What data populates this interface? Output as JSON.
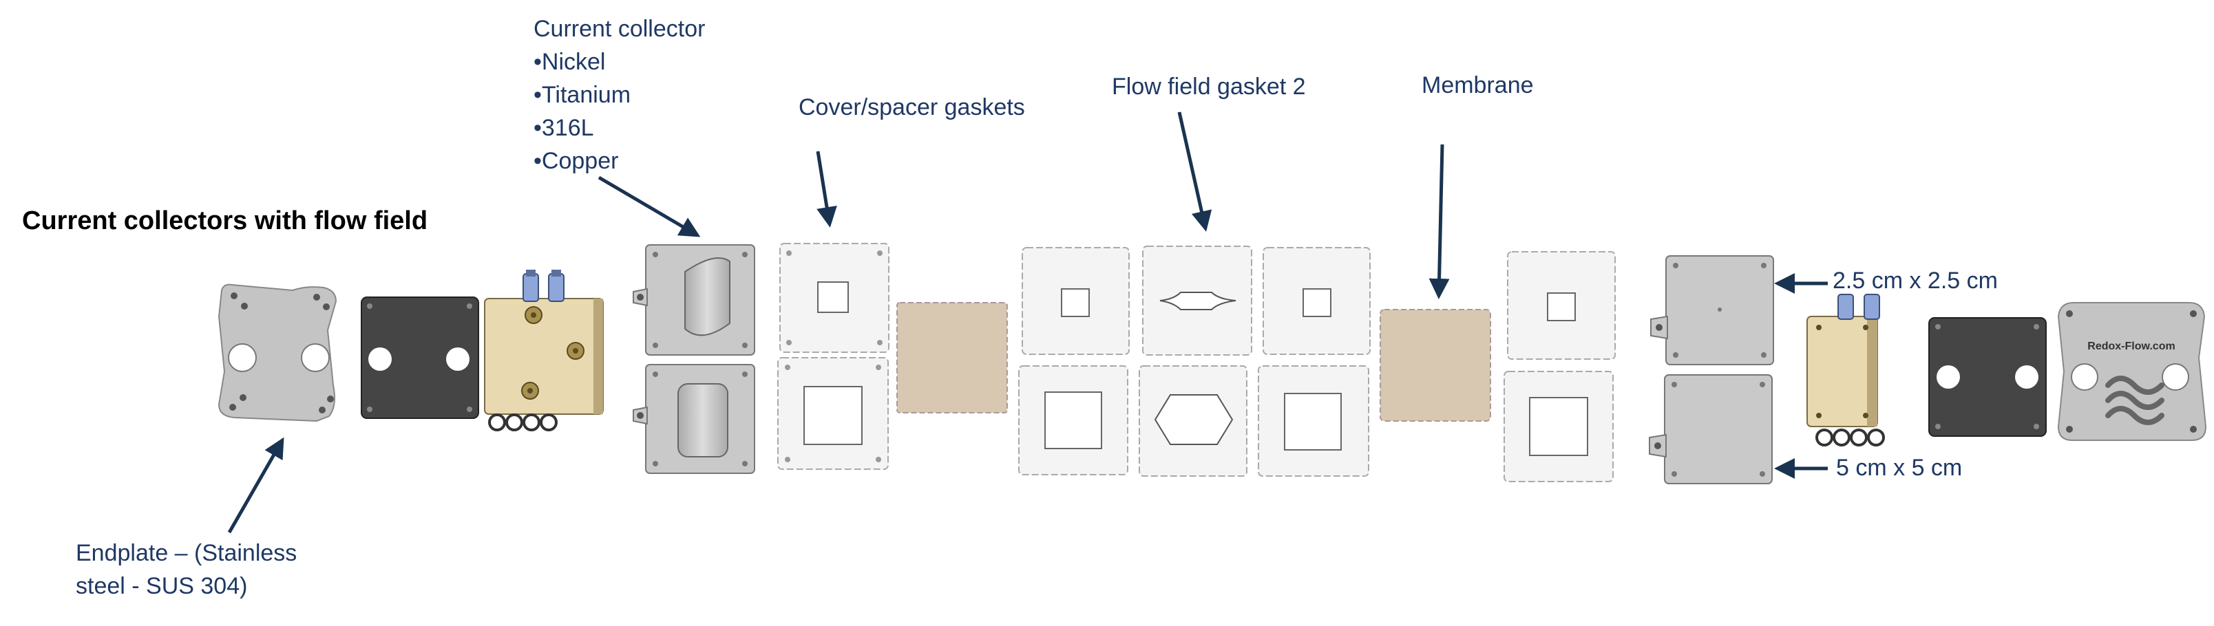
{
  "title": "Current collectors with flow field",
  "labels": {
    "current_collector": {
      "heading": "Current collector",
      "items": [
        "Nickel",
        "Titanium",
        "316L",
        "Copper"
      ]
    },
    "cover_spacer": "Cover/spacer gaskets",
    "flow_field_gasket": "Flow field gasket 2",
    "membrane": "Membrane",
    "endplate_line1": "Endplate – (Stainless",
    "endplate_line2": "steel - SUS 304)",
    "size_small": "2.5 cm x 2.5 cm",
    "size_large": "5 cm x 5 cm"
  },
  "logo_text": "Redox-Flow.com",
  "colors": {
    "label": "#1f3864",
    "arrow": "#1a3350",
    "endplate": "#c4c4c4",
    "dark_plate": "#454545",
    "brass": "#e8d9b0",
    "membrane": "#d8c8b2",
    "gasket": "#f4f4f4",
    "fitting": "#8ea6d8"
  }
}
